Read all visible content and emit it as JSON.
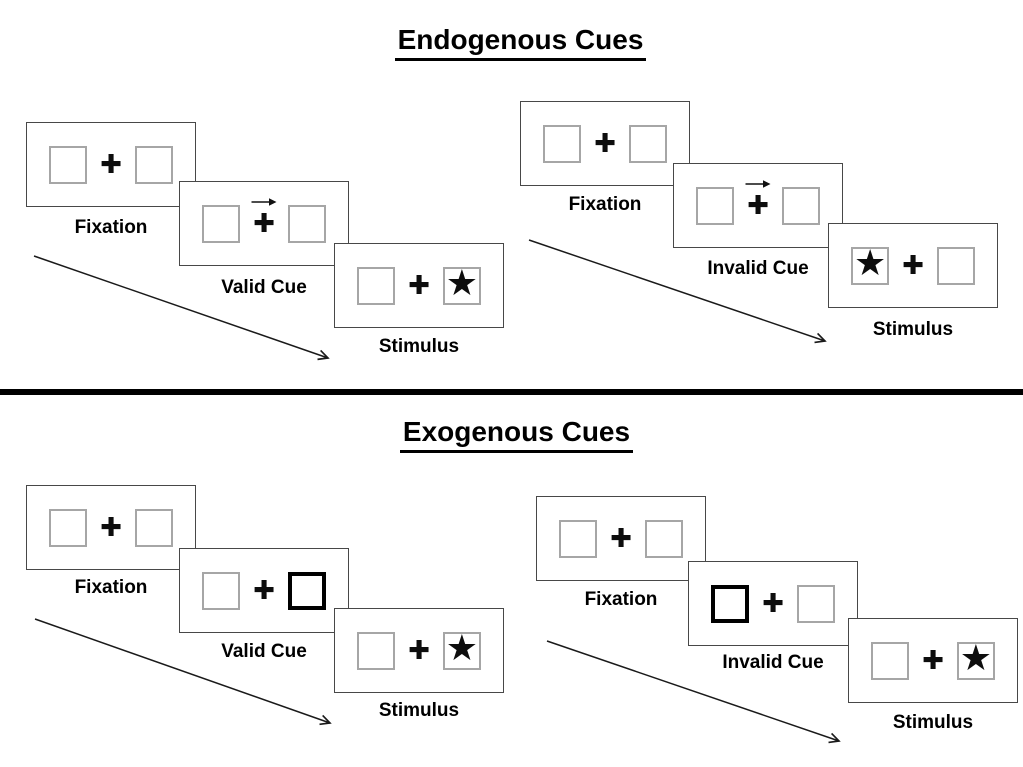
{
  "figure": {
    "kind": "attention-cueing-paradigm-diagram"
  },
  "colors": {
    "background": "#ffffff",
    "panel_border": "#484848",
    "placeholder_box_border": "#a6a6a6",
    "cue_highlight_border": "#000000",
    "ink": "#000000",
    "divider": "#000000"
  },
  "glyphs": {
    "fixation_cross": "✚",
    "target_star": "★"
  },
  "icons": {
    "cue_direction_arrow": "→",
    "timeline_arrow": "↘"
  },
  "sections": [
    {
      "title": "Endogenous Cues",
      "trials": [
        {
          "condition": "valid",
          "frames": [
            {
              "label": "Fixation",
              "left_box": "empty",
              "right_box": "empty",
              "cue_arrow": false
            },
            {
              "label": "Valid Cue",
              "left_box": "empty",
              "right_box": "empty",
              "cue_arrow": true
            },
            {
              "label": "Stimulus",
              "left_box": "empty",
              "right_box": "star",
              "cue_arrow": false
            }
          ]
        },
        {
          "condition": "invalid",
          "frames": [
            {
              "label": "Fixation",
              "left_box": "empty",
              "right_box": "empty",
              "cue_arrow": false
            },
            {
              "label": "Invalid Cue",
              "left_box": "empty",
              "right_box": "empty",
              "cue_arrow": true
            },
            {
              "label": "Stimulus",
              "left_box": "star",
              "right_box": "empty",
              "cue_arrow": false
            }
          ]
        }
      ]
    },
    {
      "title": "Exogenous Cues",
      "trials": [
        {
          "condition": "valid",
          "frames": [
            {
              "label": "Fixation",
              "left_box": "empty",
              "right_box": "empty",
              "cue_arrow": false
            },
            {
              "label": "Valid Cue",
              "left_box": "empty",
              "right_box": "highlighted",
              "cue_arrow": false
            },
            {
              "label": "Stimulus",
              "left_box": "empty",
              "right_box": "star",
              "cue_arrow": false
            }
          ]
        },
        {
          "condition": "invalid",
          "frames": [
            {
              "label": "Fixation",
              "left_box": "empty",
              "right_box": "empty",
              "cue_arrow": false
            },
            {
              "label": "Invalid Cue",
              "left_box": "highlighted",
              "right_box": "empty",
              "cue_arrow": false
            },
            {
              "label": "Stimulus",
              "left_box": "empty",
              "right_box": "star",
              "cue_arrow": false
            }
          ]
        }
      ]
    }
  ]
}
